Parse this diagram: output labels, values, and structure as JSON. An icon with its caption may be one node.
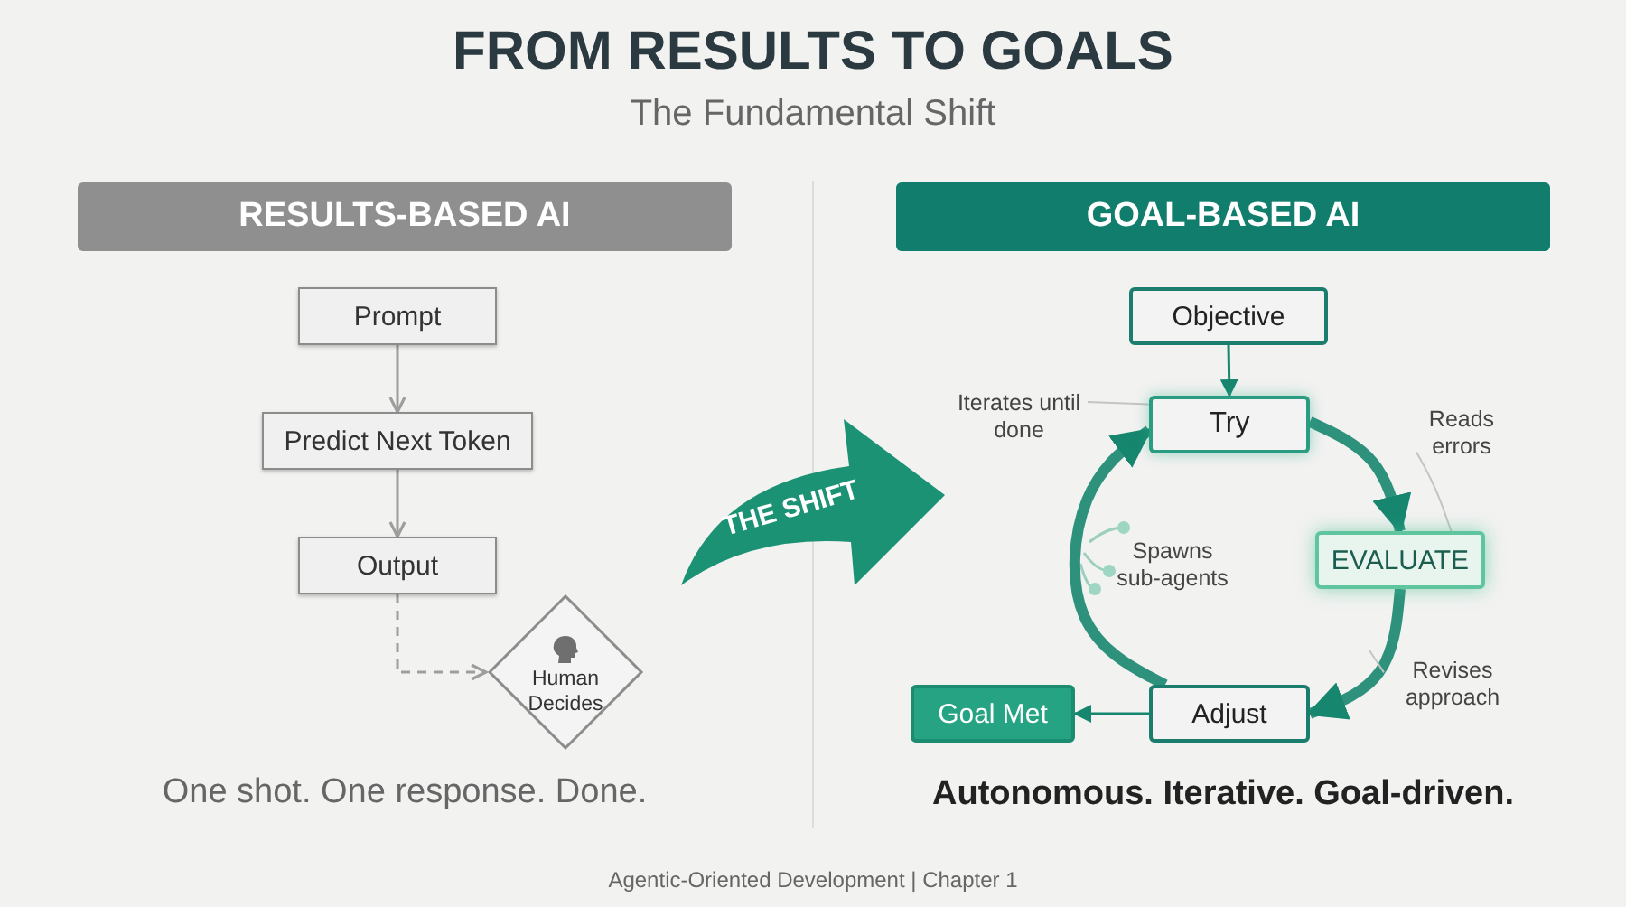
{
  "diagram": {
    "title": "FROM RESULTS TO GOALS",
    "caption": "Agentic-Oriented Development | Chapter 1",
    "nodes": [
      {
        "text": [
          "RESULTS-BASED AI"
        ]
      },
      {
        "text": [
          "Prompt"
        ]
      },
      {
        "text": [
          "Predict Next Token"
        ]
      },
      {
        "text": [
          "Output"
        ]
      },
      {
        "text": [
          "Human Decides"
        ]
      },
      {
        "text": [
          "THE SHIFT"
        ]
      },
      {
        "text": [
          "GOAL-BASED AI"
        ]
      },
      {
        "text": [
          "Objective"
        ]
      },
      {
        "text": [
          "Try"
        ]
      },
      {
        "text": [
          "EVALUATE"
        ]
      },
      {
        "text": [
          "Adjust"
        ]
      },
      {
        "text": [
          "Goal Met"
        ]
      },
      {
        "text": [
          "Iterates until done"
        ]
      },
      {
        "text": [
          "Reads errors"
        ]
      },
      {
        "text": [
          "Revises approach"
        ]
      }
    ],
    "edges": [
      {
        "from": 1,
        "to": 2,
        "arrow": "to",
        "color": "#9e9e9e"
      },
      {
        "from": 2,
        "to": 3,
        "arrow": "to",
        "color": "#9e9e9e"
      },
      {
        "from": 3,
        "to": 4,
        "arrow": "to",
        "style": "dashed",
        "color": "#9e9e9e"
      },
      {
        "from": 7,
        "to": 8,
        "arrow": "to"
      },
      {
        "from": 8,
        "to": 9,
        "arrow": "to",
        "style": "thick"
      },
      {
        "from": 9,
        "to": 10,
        "arrow": "to",
        "style": "thick"
      },
      {
        "from": 10,
        "to": 8,
        "arrow": "to",
        "style": "thick"
      },
      {
        "from": 10,
        "to": 11,
        "arrow": "to"
      },
      {
        "from": 12,
        "to": 8,
        "arrow": "none",
        "color": "#c4c4c4"
      },
      {
        "from": 13,
        "to": 9,
        "arrow": "none",
        "color": "#c4c4c4"
      },
      {
        "from": 14,
        "to": null,
        "arrow": "none",
        "color": "#c4c4c4"
      }
    ],
    "labels": [
      "The Fundamental Shift",
      "One shot. One response. Done.",
      "Spawns sub-agents",
      "Autonomous. Iterative. Goal-driven."
    ]
  }
}
